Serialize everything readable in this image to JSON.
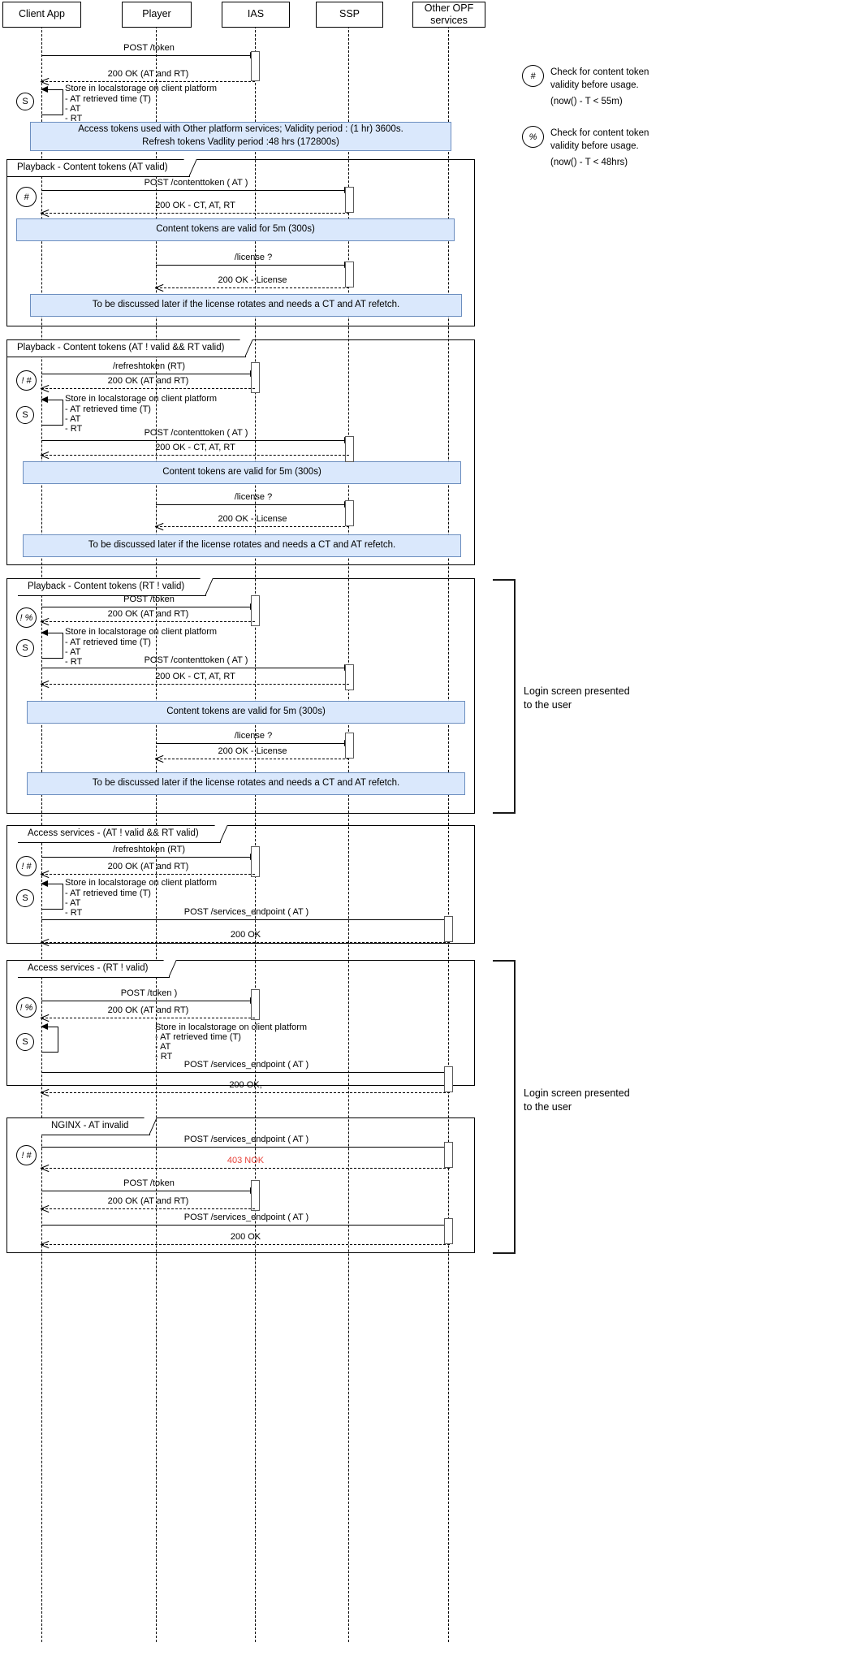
{
  "diagram": {
    "type": "uml-sequence-diagram",
    "title": "Token lifecycle sequence diagram",
    "colors": {
      "note_fill": "#dae8fc",
      "note_stroke": "#6c8ebf",
      "line": "#000000",
      "error_text": "#e8453c"
    }
  },
  "participants": [
    {
      "id": "client",
      "label": "Client App"
    },
    {
      "id": "player",
      "label": "Player"
    },
    {
      "id": "ias",
      "label": "IAS"
    },
    {
      "id": "ssp",
      "label": "SSP"
    },
    {
      "id": "opf",
      "label": "Other OPF\nservices"
    }
  ],
  "legend": [
    {
      "symbol": "#",
      "text": "Check for content token\nvalidity before usage.",
      "condition": "(now() - T < 55m)"
    },
    {
      "symbol": "%",
      "text": "Check for content token\nvalidity before usage.",
      "condition": "(now() - T <  48hrs)"
    }
  ],
  "markers": {
    "store": "S",
    "hash": "#",
    "not_hash": "! #",
    "not_percent": "! %"
  },
  "store_note": {
    "title": "Store in localstorage on client platform",
    "l1": "- AT retrieved time (T)",
    "l2": "- AT",
    "l3": "- RT"
  },
  "intro": {
    "m1": "POST /token",
    "m2": "200 OK (AT and RT)"
  },
  "notes": {
    "access_tokens": "Access tokens used with Other platform services; Validity period : (1 hr) 3600s.\nRefresh tokens Vadlity period :48 hrs (172800s)",
    "content_tokens_5m": "Content tokens are valid for 5m (300s)",
    "license_later": "To be discussed later if the license rotates and needs a CT and AT refetch."
  },
  "fragments": [
    {
      "id": "f1",
      "label": "Playback - Content tokens (AT valid)"
    },
    {
      "id": "f2",
      "label": "Playback - Content tokens (AT ! valid && RT valid)"
    },
    {
      "id": "f3",
      "label": "Playback - Content tokens (RT ! valid)"
    },
    {
      "id": "f4",
      "label": "Access services - (AT ! valid && RT valid)"
    },
    {
      "id": "f5",
      "label": "Access services - (RT ! valid)"
    },
    {
      "id": "f6",
      "label": "NGINX - AT invalid"
    }
  ],
  "messages": {
    "post_contenttoken": "POST /contenttoken ( AT )",
    "ok_ct_at_rt": "200 OK - CT, AT, RT",
    "license_q": "/license ?",
    "ok_license": "200 OK - License",
    "refreshtoken": "/refreshtoken (RT)",
    "ok_at_rt": "200 OK (AT and RT)",
    "post_token": "POST /token",
    "post_token_paren": "POST /token )",
    "post_services": "POST /services_endpoint ( AT )",
    "ok_200": "200 OK",
    "ok_200_comma": "200 OK,",
    "nok_403": "403 NOK"
  },
  "annotations": {
    "login_screen_1": "Login screen presented\nto the user",
    "login_screen_2": "Login screen presented\nto the user"
  }
}
